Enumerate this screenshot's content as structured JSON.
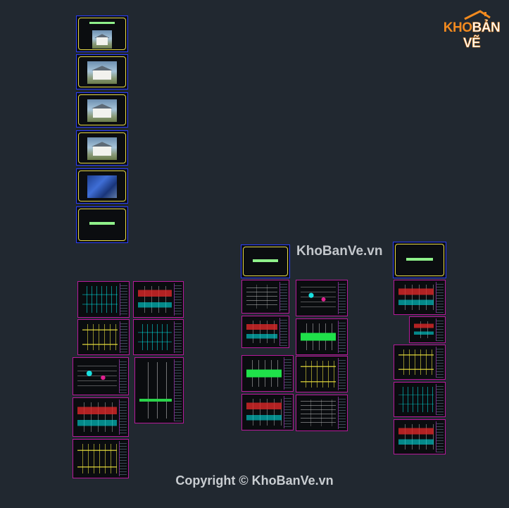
{
  "watermark": {
    "logo_part1": "KHO",
    "logo_part2": "BẢN VẼ",
    "center_text": "KhoBanVe.vn",
    "copyright_text": "Copyright © KhoBanVe.vn"
  },
  "colors": {
    "background": "#212830",
    "sheet_frame": "#b6199a",
    "cover_border": "#2a3cff",
    "cover_frame": "#e6d84a",
    "label_bar": "#8ff08a",
    "logo_orange": "#f28a1f"
  },
  "icons": [
    "house-roof-logo-icon"
  ]
}
